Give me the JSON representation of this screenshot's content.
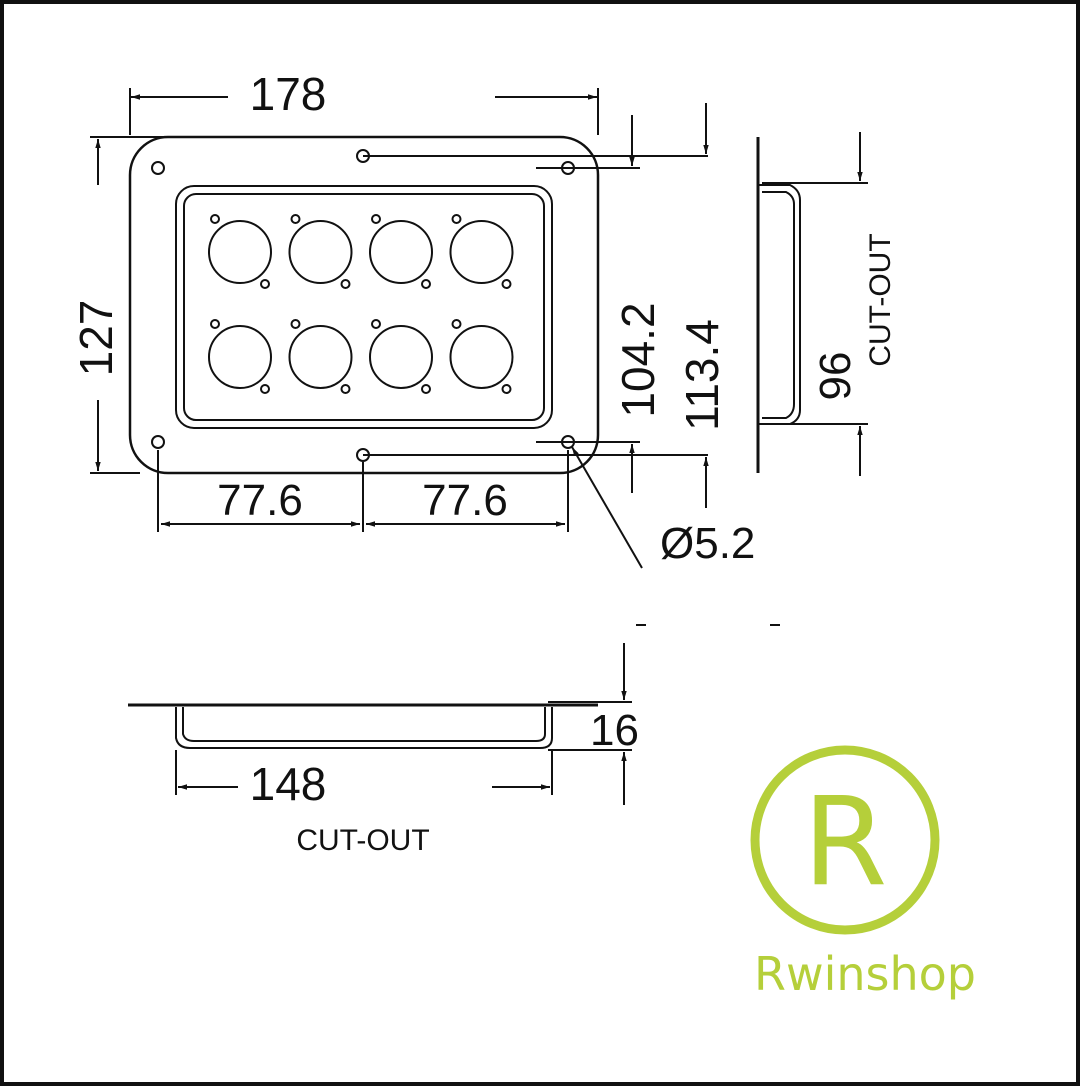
{
  "drawing": {
    "dimensions": {
      "overall_width": "178",
      "overall_height": "127",
      "cutout_height": "104.2",
      "hole_spacing_height": "113.4",
      "hole_pitch_left": "77.6",
      "hole_pitch_right": "77.6",
      "hole_diameter": "Ø5.2",
      "side_cutout": "96",
      "depth": "16",
      "bottom_cutout": "148"
    },
    "labels": {
      "cutout_side": "CUT-OUT",
      "cutout_bottom": "CUT-OUT"
    },
    "connector_grid": {
      "rows": 2,
      "cols": 4
    }
  },
  "brand": {
    "logo_letter": "R",
    "name": "Rwinshop",
    "color": "#b5cf3a"
  },
  "colors": {
    "line": "#111111",
    "background": "#ffffff"
  }
}
